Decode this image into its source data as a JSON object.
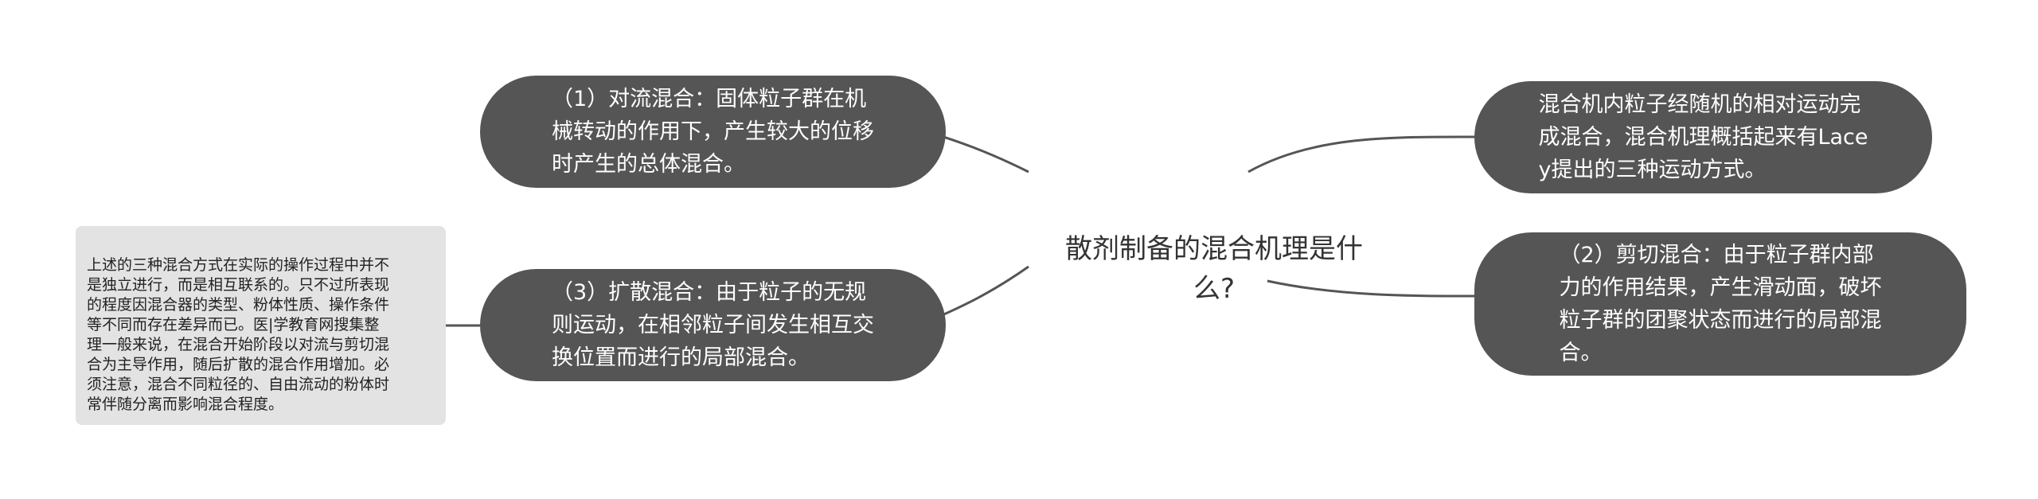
{
  "center": {
    "title": "散剂制备的混合机理是什\n么?"
  },
  "branches": {
    "convection": {
      "text": "（1）对流混合：固体粒子群在机\n械转动的作用下，产生较大的位移\n时产生的总体混合。"
    },
    "diffusion": {
      "text": "（3）扩散混合：由于粒子的无规\n则运动，在相邻粒子间发生相互交\n换位置而进行的局部混合。"
    },
    "intro": {
      "text": "混合机内粒子经随机的相对运动完\n成混合，混合机理概括起来有Lace\ny提出的三种运动方式。"
    },
    "shear": {
      "text": "（2）剪切混合：由于粒子群内部\n力的作用结果，产生滑动面，破坏\n粒子群的团聚状态而进行的局部混\n合。"
    }
  },
  "note": {
    "text": "上述的三种混合方式在实际的操作过程中并不\n是独立进行，而是相互联系的。只不过所表现\n的程度因混合器的类型、粉体性质、操作条件\n等不同而存在差异而已。医|学教育网搜集整\n理一般来说，在混合开始阶段以对流与剪切混\n合为主导作用，随后扩散的混合作用增加。必\n须注意，混合不同粒径的、自由流动的粉体时\n常伴随分离而影响混合程度。"
  },
  "colors": {
    "node_fill": "#555555",
    "node_text": "#ffffff",
    "note_fill": "#e3e3e3",
    "line": "#555555"
  }
}
